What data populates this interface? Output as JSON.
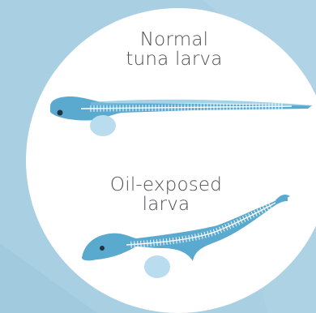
{
  "labels": {
    "normal": [
      "Normal",
      "tuna larva"
    ],
    "oil_exposed": [
      "Oil-exposed",
      "larva"
    ]
  },
  "colors": {
    "background": "#a9cfe2",
    "circle": "#ffffff",
    "larva_body": "#5aa9cf",
    "yolk_sac": "#b9dcef",
    "spine": "#ffffff",
    "eye": "#1f3340",
    "text": "#4f4f55"
  }
}
